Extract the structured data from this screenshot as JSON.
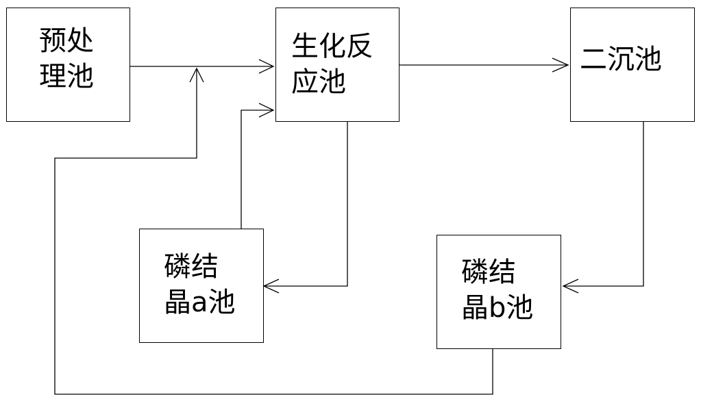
{
  "nodes": {
    "pretreatment": {
      "line1": "预处",
      "line2": "理池"
    },
    "bioreactor": {
      "line1": "生化反",
      "line2": "应池"
    },
    "secondary_clarifier": {
      "line1": "二沉池"
    },
    "phosphorus_a": {
      "line1": "磷结",
      "line2": "晶a池"
    },
    "phosphorus_b": {
      "line1": "磷结",
      "line2": "晶b池"
    }
  },
  "colors": {
    "stroke": "#000000",
    "background": "#ffffff"
  }
}
